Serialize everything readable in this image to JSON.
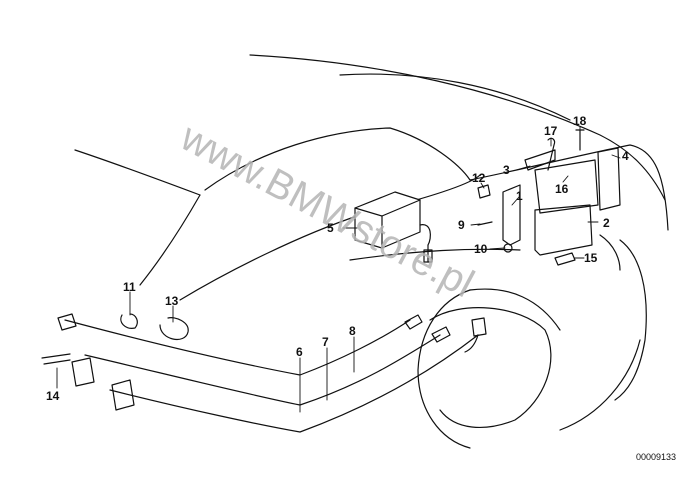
{
  "watermark": "www.BMWstore.pl",
  "document_number": "00009133",
  "callouts": [
    "1",
    "2",
    "3",
    "4",
    "5",
    "6",
    "7",
    "8",
    "9",
    "10",
    "11",
    "12",
    "13",
    "14",
    "15",
    "16",
    "17",
    "18"
  ],
  "colors": {
    "line": "#111111",
    "watermark": "#b4b4b4",
    "background": "#ffffff"
  }
}
